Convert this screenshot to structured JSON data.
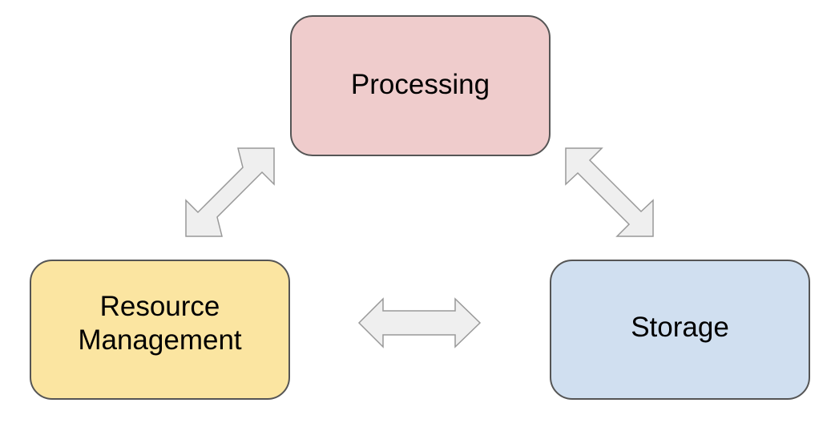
{
  "nodes": {
    "processing": {
      "label": "Processing",
      "color": "#efcccc"
    },
    "resource_management": {
      "label": "Resource\nManagement",
      "color": "#fbe5a1"
    },
    "storage": {
      "label": "Storage",
      "color": "#d0dff0"
    }
  },
  "edges": [
    {
      "from": "Processing",
      "to": "Resource\nManagement",
      "direction": "bidirectional"
    },
    {
      "from": "Processing",
      "to": "Storage",
      "direction": "bidirectional"
    },
    {
      "from": "Resource\nManagement",
      "to": "Storage",
      "direction": "bidirectional"
    }
  ],
  "colors": {
    "node_border": "#555555",
    "arrow_fill": "#efefef",
    "arrow_stroke": "#999999"
  }
}
